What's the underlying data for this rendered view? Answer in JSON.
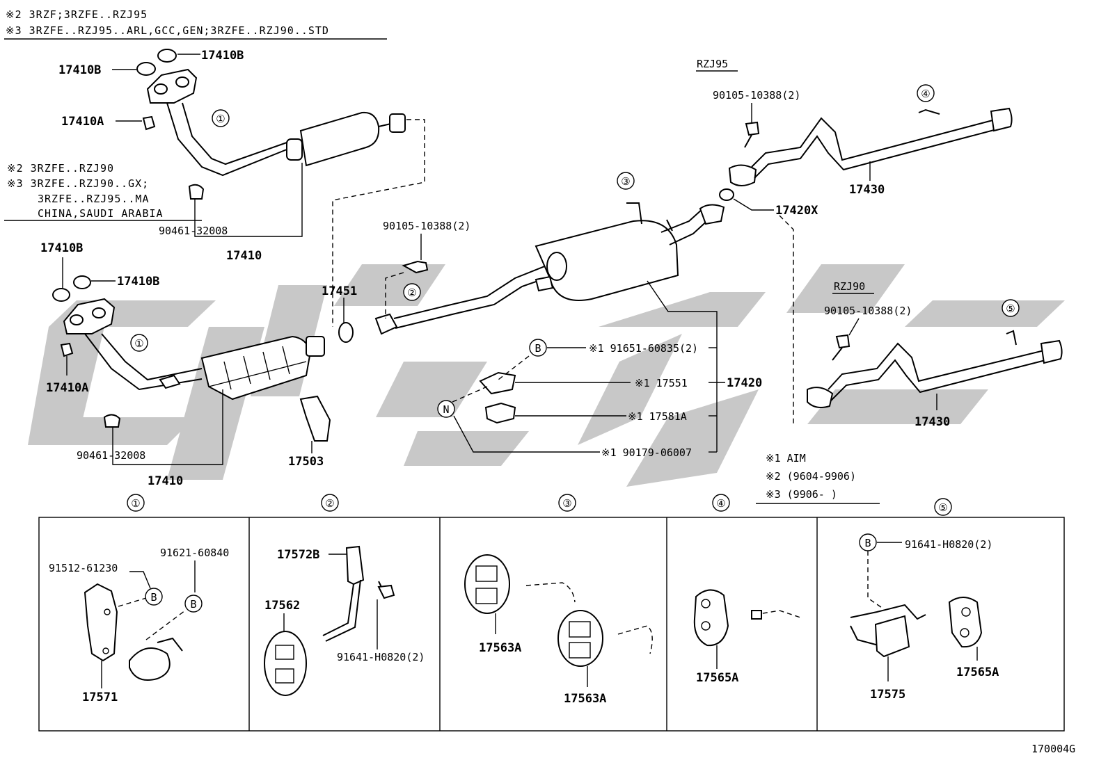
{
  "header_notes": {
    "line1": "※2 3RZF;3RZFE..RZJ95",
    "line2": "※3 3RZFE..RZJ95..ARL,GCC,GEN;3RZFE..RZJ90..STD"
  },
  "side_notes": {
    "line1": "※2 3RZFE..RZJ90",
    "line2": "※3 3RZFE..RZJ90..GX;",
    "line3": "3RZFE..RZJ95..MA",
    "line4": "CHINA,SAUDI ARABIA"
  },
  "variant_labels": {
    "rzj95": "RZJ95",
    "rzj90": "RZJ90"
  },
  "callout_numbers": {
    "c1": "①",
    "c2": "②",
    "c3": "③",
    "c4": "④",
    "c5": "⑤"
  },
  "letter_markers": {
    "b": "B",
    "n": "N"
  },
  "parts": {
    "gasket_top_a": "17410B",
    "gasket_top_b": "17410B",
    "nut_top": "17410A",
    "clamp_top": "90461-32008",
    "pipe_top": "17410",
    "gasket_mid_a": "17410B",
    "gasket_mid_b": "17410B",
    "nut_mid": "17410A",
    "clamp_mid": "90461-32008",
    "pipe_mid": "17410",
    "gasket_17451": "17451",
    "bracket_17503": "17503",
    "bolt_center": "90105-10388(2)",
    "bolt_rzj95": "90105-10388(2)",
    "gasket_17420x": "17420X",
    "tail_rzj95": "17430",
    "bolt_rzj90": "90105-10388(2)",
    "tail_rzj90": "17430",
    "bolt_91651": "※1 91651-60835(2)",
    "bracket_17551": "※1 17551",
    "muffler": "17420",
    "support_17581a": "※1 17581A",
    "nut_90179": "※1 90179-06007"
  },
  "legend": {
    "line1": "※1  AIM",
    "line2": "※2 (9604-9906)",
    "line3": "※3 (9906-      )"
  },
  "detail_panels": [
    {
      "number": "①",
      "labels": [
        "91512-61230",
        "91621-60840",
        "17571"
      ]
    },
    {
      "number": "②",
      "labels": [
        "17572B",
        "17562",
        "91641-H0820(2)"
      ]
    },
    {
      "number": "③",
      "labels": [
        "17563A",
        "17563A"
      ]
    },
    {
      "number": "④",
      "labels": [
        "17565A"
      ]
    },
    {
      "number": "⑤",
      "labels": [
        "91641-H0820(2)",
        "17575",
        "17565A"
      ]
    }
  ],
  "figure_code": "170004G",
  "colors": {
    "line": "#000000",
    "watermark": "#c8c8c8",
    "background": "#ffffff"
  }
}
